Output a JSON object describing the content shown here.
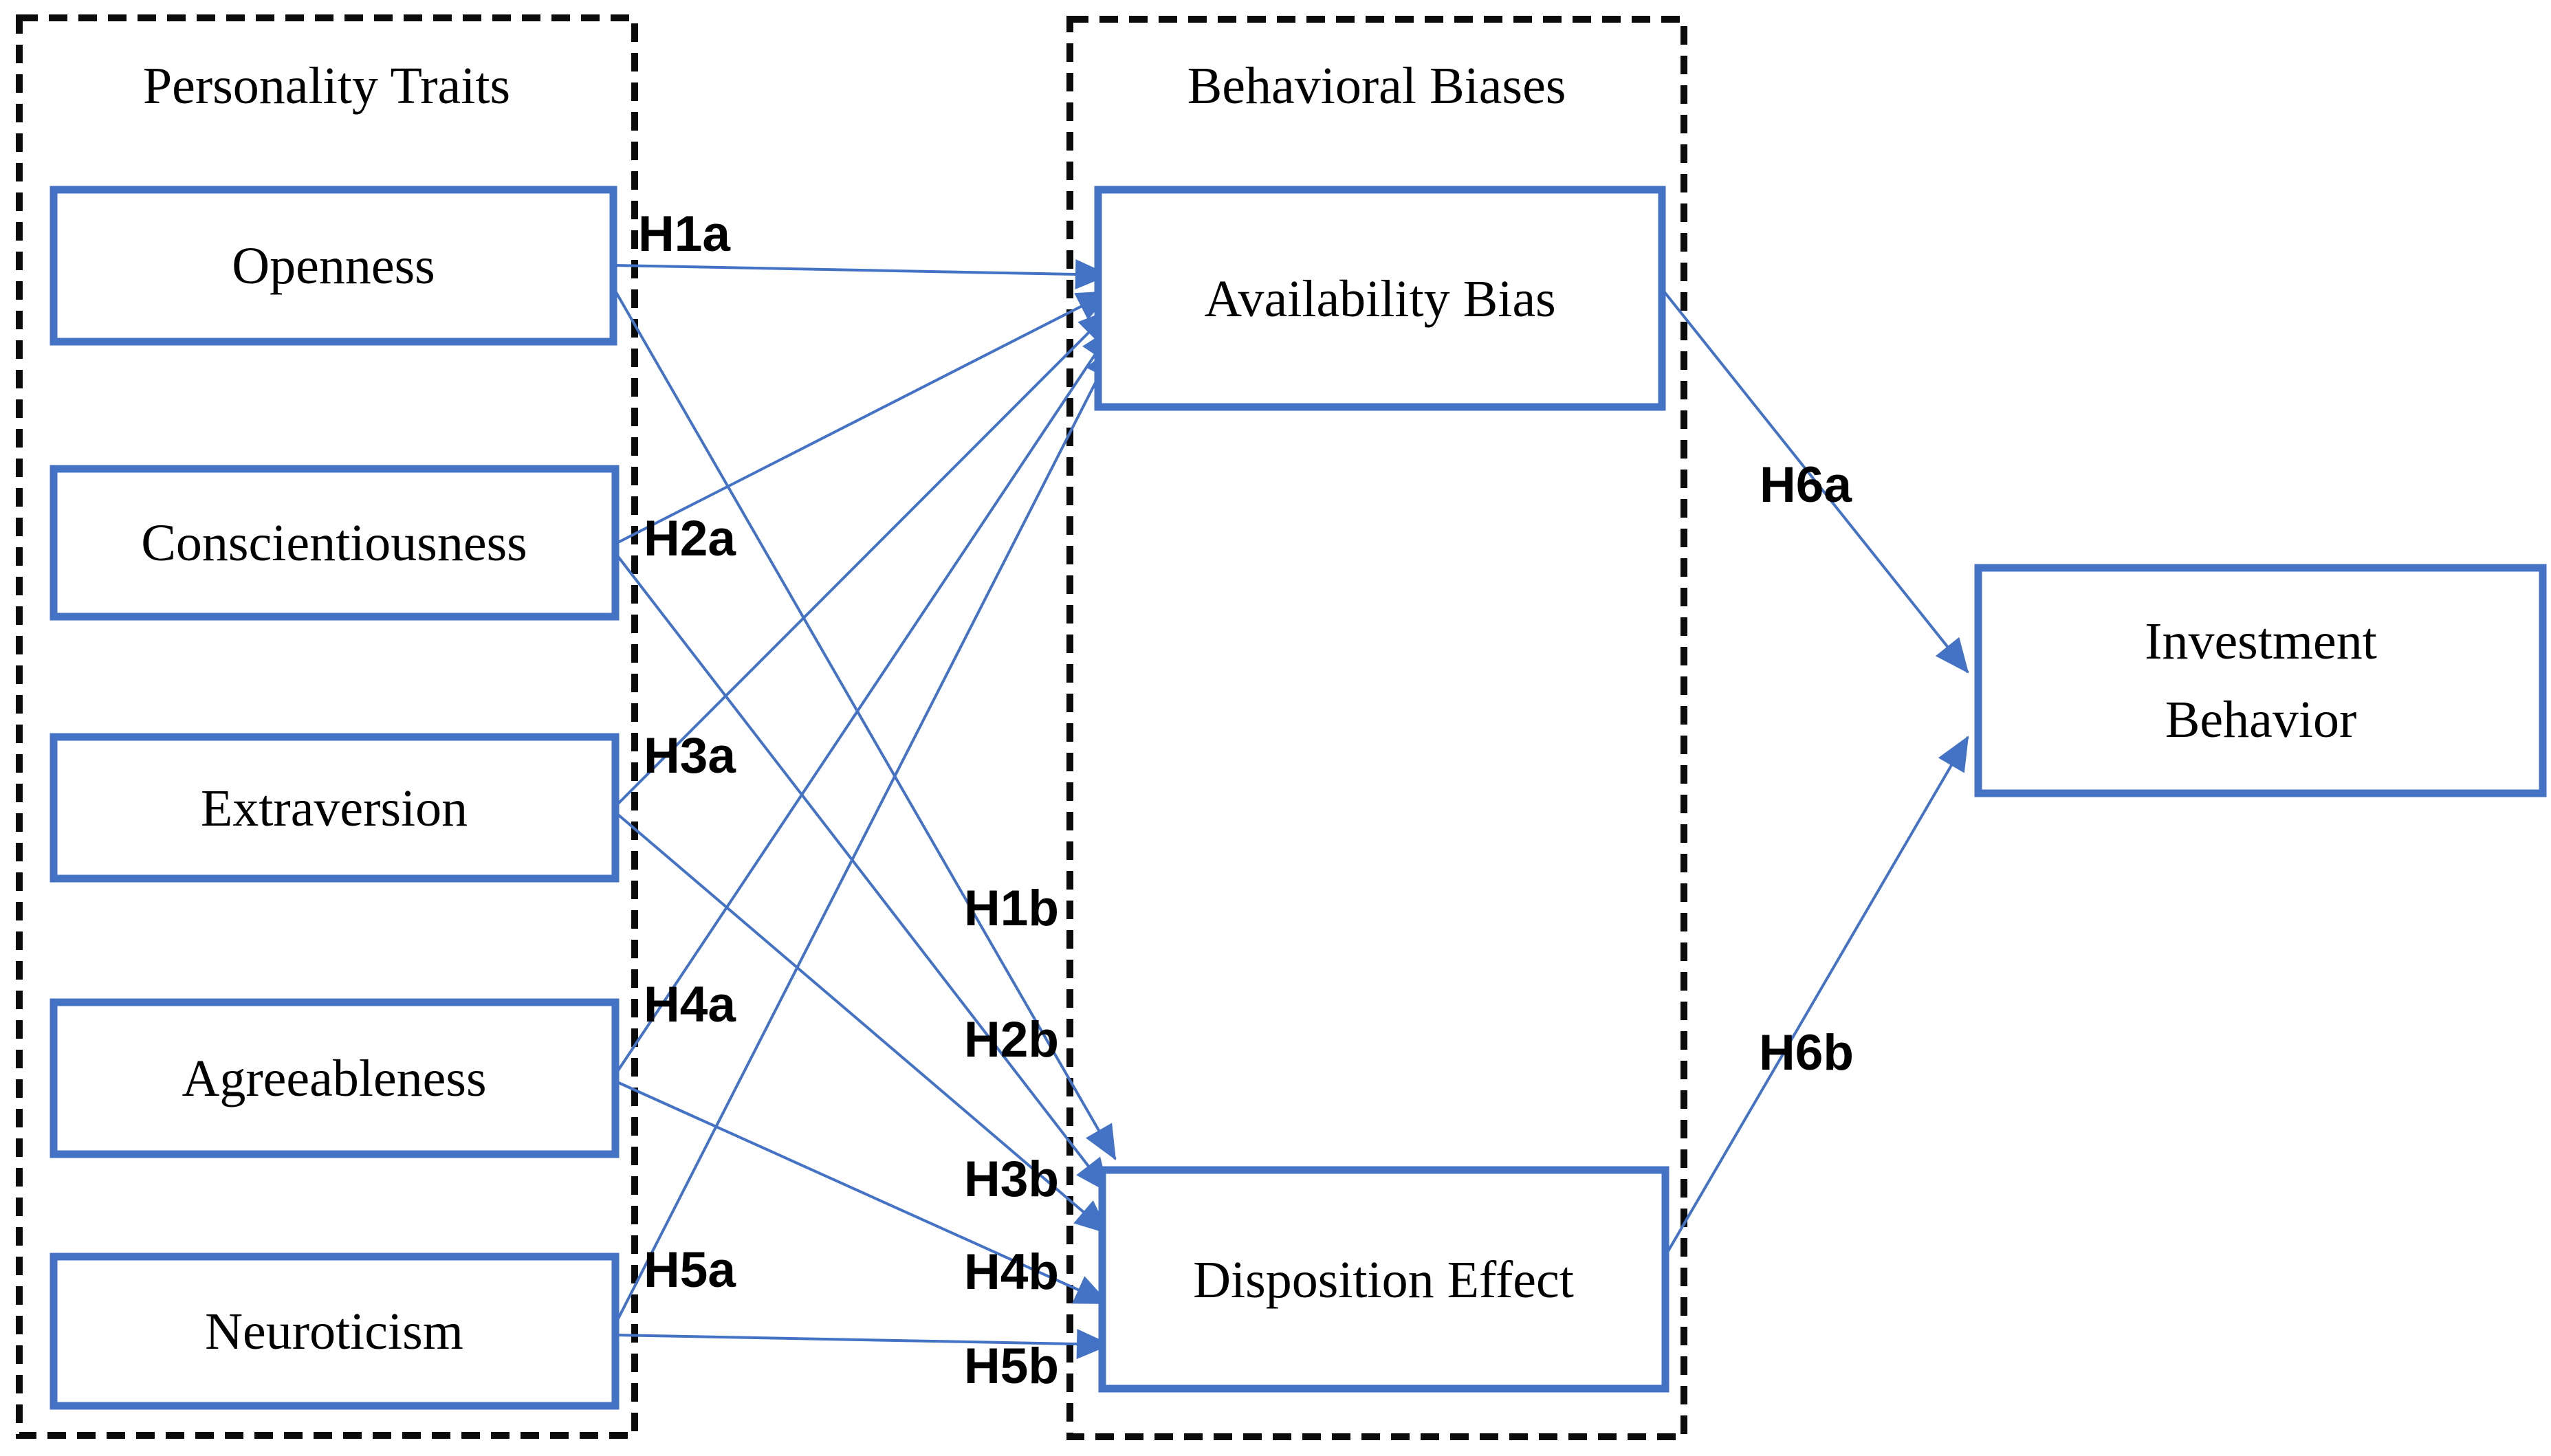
{
  "colors": {
    "accent": "#4472C4",
    "ink": "#000000",
    "frame": "#0b0b0b",
    "background": "#ffffff"
  },
  "groups": {
    "personality": {
      "title": "Personality Traits"
    },
    "biases": {
      "title": "Behavioral Biases"
    }
  },
  "nodes": {
    "openness": {
      "label": "Openness"
    },
    "conscientiousness": {
      "label": "Conscientiousness"
    },
    "extraversion": {
      "label": "Extraversion"
    },
    "agreeableness": {
      "label": "Agreeableness"
    },
    "neuroticism": {
      "label": "Neuroticism"
    },
    "availability_bias": {
      "label": "Availability Bias"
    },
    "disposition_effect": {
      "label": "Disposition Effect"
    },
    "investment_behavior": {
      "label": "Investment Behavior",
      "line1": "Investment",
      "line2": "Behavior"
    }
  },
  "edges": {
    "h1a": {
      "label": "H1a",
      "from": "Openness",
      "to": "Availability Bias"
    },
    "h2a": {
      "label": "H2a",
      "from": "Conscientiousness",
      "to": "Availability Bias"
    },
    "h3a": {
      "label": "H3a",
      "from": "Extraversion",
      "to": "Availability Bias"
    },
    "h4a": {
      "label": "H4a",
      "from": "Agreeableness",
      "to": "Availability Bias"
    },
    "h5a": {
      "label": "H5a",
      "from": "Neuroticism",
      "to": "Availability Bias"
    },
    "h1b": {
      "label": "H1b",
      "from": "Openness",
      "to": "Disposition Effect"
    },
    "h2b": {
      "label": "H2b",
      "from": "Conscientiousness",
      "to": "Disposition Effect"
    },
    "h3b": {
      "label": "H3b",
      "from": "Extraversion",
      "to": "Disposition Effect"
    },
    "h4b": {
      "label": "H4b",
      "from": "Agreeableness",
      "to": "Disposition Effect"
    },
    "h5b": {
      "label": "H5b",
      "from": "Neuroticism",
      "to": "Disposition Effect"
    },
    "h6a": {
      "label": "H6a",
      "from": "Availability Bias",
      "to": "Investment Behavior"
    },
    "h6b": {
      "label": "H6b",
      "from": "Disposition Effect",
      "to": "Investment Behavior"
    }
  }
}
